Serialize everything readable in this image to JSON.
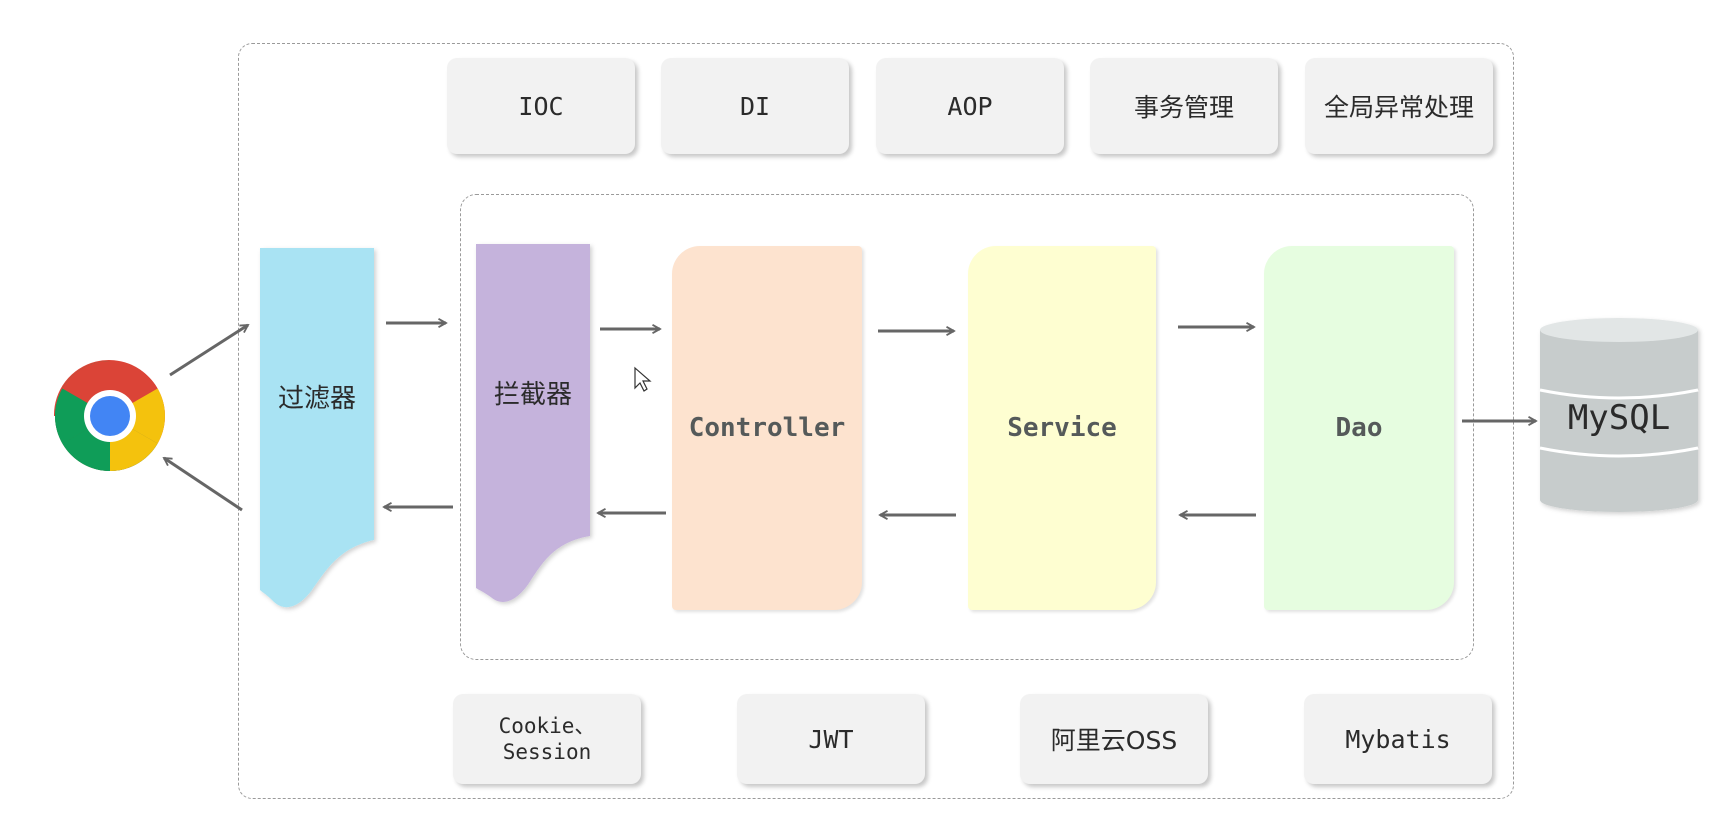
{
  "top_row": [
    "IOC",
    "DI",
    "AOP",
    "事务管理",
    "全局异常处理"
  ],
  "bottom_row": [
    "Cookie、\nSession",
    "JWT",
    "阿里云OSS",
    "Mybatis"
  ],
  "filter_label": "过滤器",
  "interceptor_label": "拦截器",
  "layers": {
    "controller": "Controller",
    "service": "Service",
    "dao": "Dao"
  },
  "database_label": "MySQL",
  "colors": {
    "filter": "#a9e3f3",
    "interceptor": "#c5b3dc",
    "controller": "#fde3cf",
    "service": "#fefed1",
    "dao": "#e6fde0",
    "database": "#c7cccc",
    "arrow": "#666666"
  },
  "icons": {
    "browser": "chrome-browser-icon",
    "database": "database-cylinder-icon"
  }
}
